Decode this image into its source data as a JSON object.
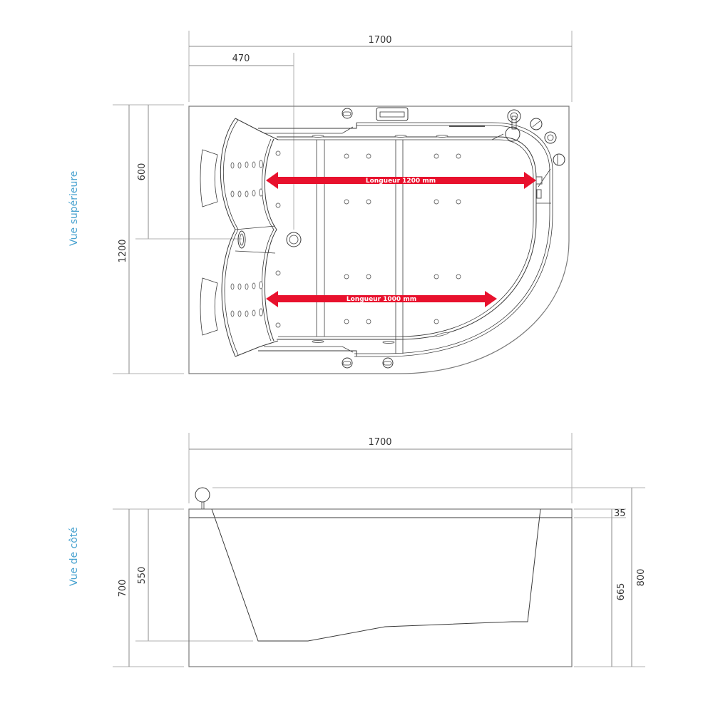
{
  "views": {
    "top": {
      "label": "Vue supérieure",
      "dimensions": {
        "overall_length": "1700",
        "offset_to_drain": "470",
        "half_width": "600",
        "overall_width": "1200"
      },
      "measures": [
        {
          "label": "Longueur 1200 mm",
          "color": "#e8112d"
        },
        {
          "label": "Longueur 1000 mm",
          "color": "#e8112d"
        }
      ]
    },
    "side": {
      "label": "Vue de côté",
      "dimensions": {
        "overall_length": "1700",
        "rim_thickness": "35",
        "inner_depth": "550",
        "apron_height": "700",
        "height_to_rim": "665",
        "total_height": "800"
      }
    }
  },
  "colors": {
    "view_label": "#4aa3d0",
    "measure_arrow": "#e8112d",
    "line": "#3a3a3a",
    "dimension_line": "#8a8a8a"
  }
}
